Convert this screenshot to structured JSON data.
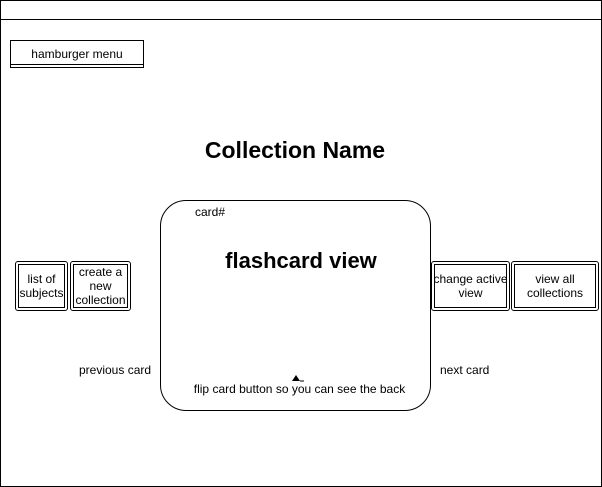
{
  "header": {
    "hamburger_label": "hamburger menu"
  },
  "main": {
    "collection_title": "Collection Name",
    "card": {
      "number_label": "card#",
      "view_label": "flashcard view",
      "flip_label": "flip card button so you can see the back"
    },
    "left_buttons": [
      {
        "label": "list of subjects"
      },
      {
        "label": "create a new collection"
      }
    ],
    "right_buttons": [
      {
        "label": "change active view"
      },
      {
        "label": "view all collections"
      }
    ],
    "nav": {
      "previous_label": "previous card",
      "next_label": "next card"
    }
  },
  "icons": {
    "flip": "triangle-up-icon"
  }
}
